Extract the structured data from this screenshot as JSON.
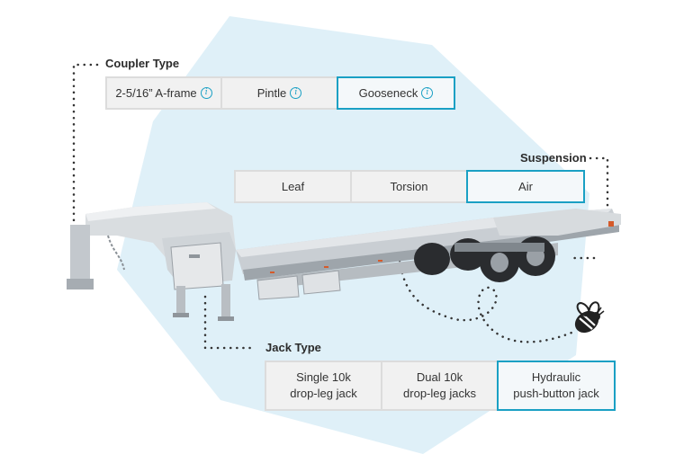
{
  "coupler": {
    "title": "Coupler Type",
    "options": [
      {
        "label": "2-5/16” A-frame",
        "info": "i",
        "selected": false
      },
      {
        "label": "Pintle",
        "info": "i",
        "selected": false
      },
      {
        "label": "Gooseneck",
        "info": "i",
        "selected": true
      }
    ]
  },
  "suspension": {
    "title": "Suspension",
    "options": [
      {
        "label": "Leaf",
        "selected": false
      },
      {
        "label": "Torsion",
        "selected": false
      },
      {
        "label": "Air",
        "selected": true
      }
    ]
  },
  "jack": {
    "title": "Jack Type",
    "options": [
      {
        "label": "Single 10k\ndrop-leg jack",
        "selected": false
      },
      {
        "label": "Dual 10k\ndrop-leg jacks",
        "selected": false
      },
      {
        "label": "Hydraulic\npush-button jack",
        "selected": true
      }
    ]
  },
  "colors": {
    "accent": "#1aa0c4",
    "background_shape": "#dff0f8",
    "dotted_line": "#333333"
  },
  "icons": [
    "info-icon",
    "bee-icon"
  ]
}
